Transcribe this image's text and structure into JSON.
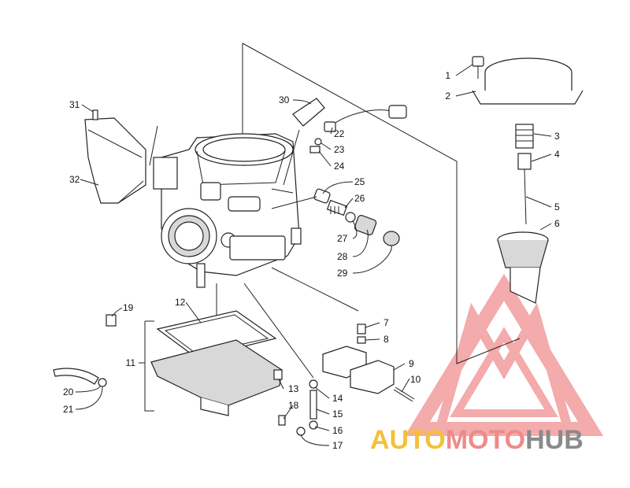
{
  "labels": [
    {
      "n": "1"
    },
    {
      "n": "2"
    },
    {
      "n": "3"
    },
    {
      "n": "4"
    },
    {
      "n": "5"
    },
    {
      "n": "6"
    },
    {
      "n": "7"
    },
    {
      "n": "8"
    },
    {
      "n": "9"
    },
    {
      "n": "10"
    },
    {
      "n": "11"
    },
    {
      "n": "12"
    },
    {
      "n": "13"
    },
    {
      "n": "14"
    },
    {
      "n": "15"
    },
    {
      "n": "16"
    },
    {
      "n": "17"
    },
    {
      "n": "18"
    },
    {
      "n": "19"
    },
    {
      "n": "20"
    },
    {
      "n": "21"
    },
    {
      "n": "22"
    },
    {
      "n": "23"
    },
    {
      "n": "24"
    },
    {
      "n": "25"
    },
    {
      "n": "26"
    },
    {
      "n": "27"
    },
    {
      "n": "28"
    },
    {
      "n": "29"
    },
    {
      "n": "30"
    },
    {
      "n": "31"
    },
    {
      "n": "32"
    }
  ],
  "watermark": {
    "part1": "AUTO",
    "part2": "MOTO",
    "part3": "HUB",
    "color_yellow": "#f3c13a",
    "color_pink": "#ef8a8a",
    "color_gray": "#8a8a8a",
    "logo_color": "#f08f8f"
  }
}
